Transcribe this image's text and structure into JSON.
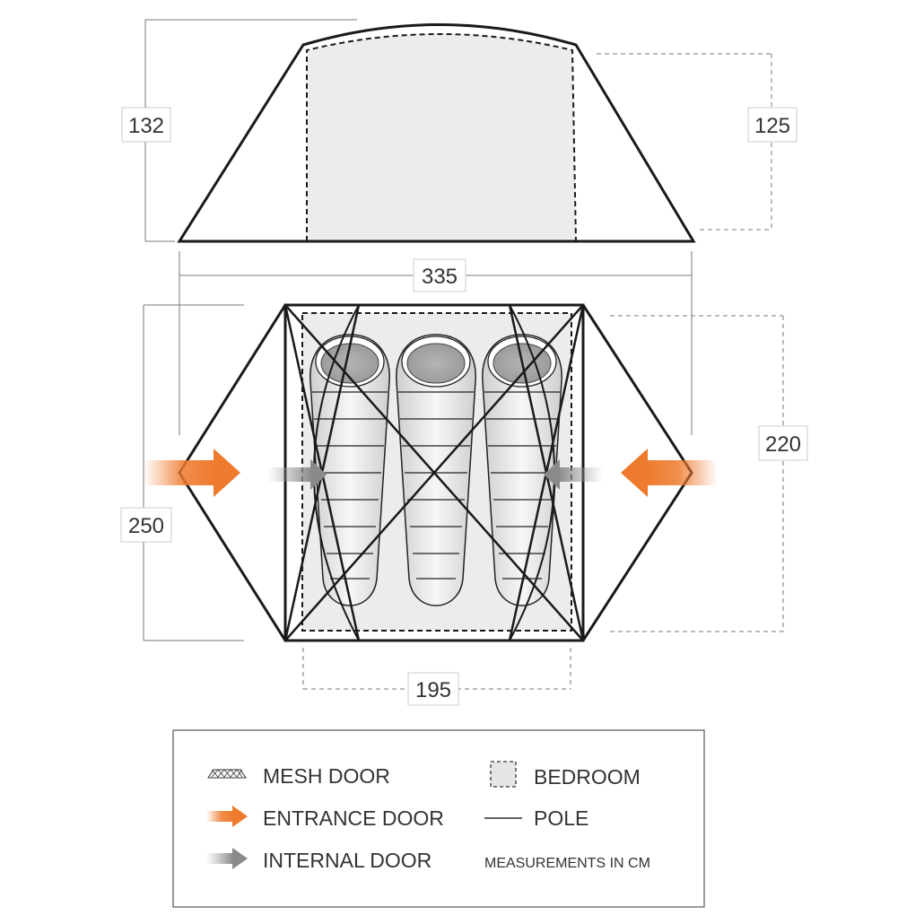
{
  "dimensions": {
    "side_height_left": "132",
    "side_height_right": "125",
    "overall_length": "335",
    "overall_width": "250",
    "bedroom_width": "220",
    "bedroom_length": "195"
  },
  "legend": {
    "mesh_door": "MESH DOOR",
    "entrance_door": "ENTRANCE DOOR",
    "internal_door": "INTERNAL DOOR",
    "bedroom": "BEDROOM",
    "pole": "POLE",
    "units_note": "MEASUREMENTS IN CM"
  },
  "colors": {
    "line": "#1a1a1a",
    "bedroom_fill": "#ececec",
    "entrance_arrow": "#ee7a2d",
    "internal_arrow": "#999999",
    "dimension_line": "#777777"
  },
  "sleeping_bags": 3
}
